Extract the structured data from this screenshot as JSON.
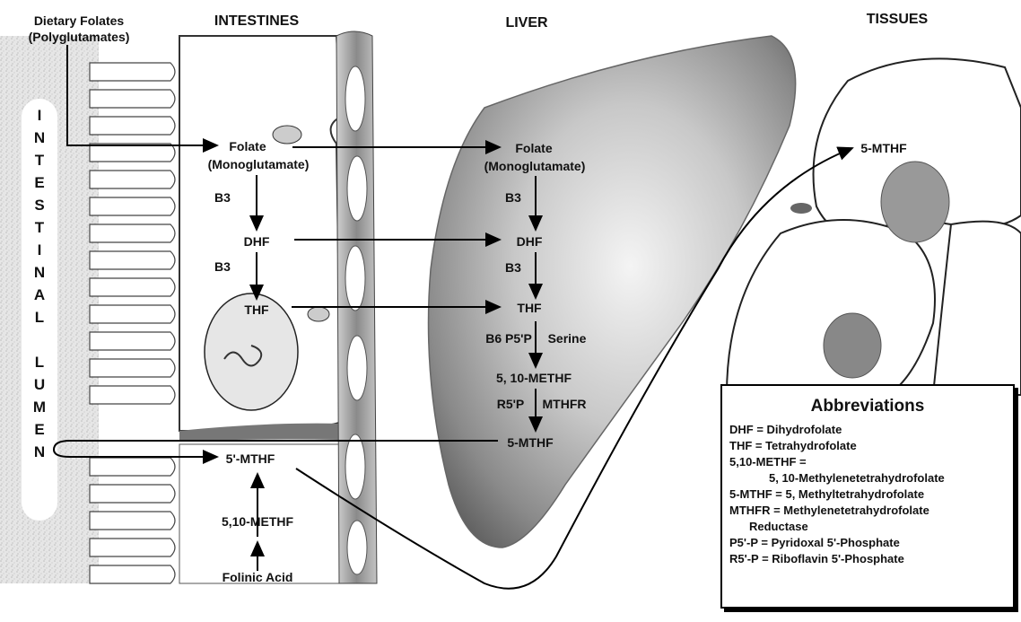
{
  "headers": {
    "intestines": "INTESTINES",
    "liver": "LIVER",
    "tissues": "TISSUES",
    "dietary_line1": "Dietary Folates",
    "dietary_line2": "(Polyglutamates)"
  },
  "lumen_letters": [
    "I",
    "N",
    "T",
    "E",
    "S",
    "T",
    "I",
    "N",
    "A",
    "L",
    "",
    "L",
    "U",
    "M",
    "E",
    "N"
  ],
  "intestine": {
    "folate": "Folate",
    "monoglutamate": "(Monoglutamate)",
    "b3_1": "B3",
    "dhf": "DHF",
    "b3_2": "B3",
    "thf": "THF",
    "mthf": "5'-MTHF",
    "methf": "5,10-METHF",
    "folinic": "Folinic Acid"
  },
  "liver": {
    "folate": "Folate",
    "monoglutamate": "(Monoglutamate)",
    "b3_1": "B3",
    "dhf": "DHF",
    "b3_2": "B3",
    "thf": "THF",
    "b6": "B6 P5'P",
    "serine": "Serine",
    "methf": "5, 10-METHF",
    "r5p": "R5'P",
    "mthfr": "MTHFR",
    "mthf": "5-MTHF"
  },
  "tissues": {
    "mthf": "5-MTHF"
  },
  "abbreviations": {
    "title": "Abbreviations",
    "l1": "DHF = Dihydrofolate",
    "l2": "THF = Tetrahydrofolate",
    "l3": "5,10-METHF =",
    "l4": "5, 10-Methylenetetrahydrofolate",
    "l5": "5-MTHF =  5, Methyltetrahydrofolate",
    "l6": "MTHFR = Methylenetetrahydrofolate",
    "l7": "Reductase",
    "l8": "P5'-P = Pyridoxal 5'-Phosphate",
    "l9": "R5'-P = Riboflavin 5'-Phosphate"
  }
}
